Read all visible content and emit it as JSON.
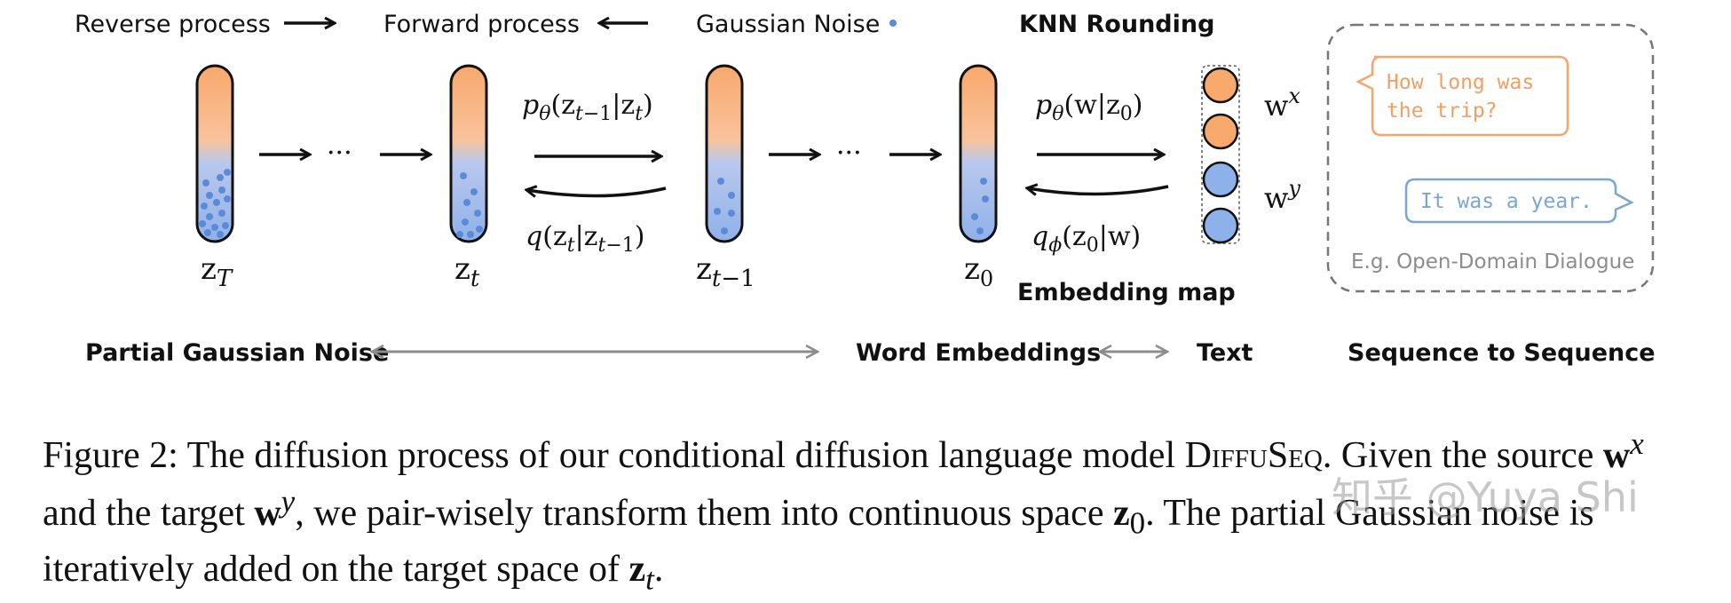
{
  "legend": {
    "reverse_label": "Reverse process",
    "forward_label": "Forward process",
    "noise_label": "Gaussian Noise",
    "knn_label": "KNN Rounding"
  },
  "states": {
    "z_T": "zT",
    "z_t": "zt",
    "z_t_minus_1": "zt−1",
    "z_0": "z0"
  },
  "ellipsis": "···",
  "equations": {
    "p_theta_step": "pθ(zt−1|zt)",
    "q_step": "q(zt|zt−1)",
    "p_theta_word": "pθ(w|z0)",
    "q_phi_embed": "qϕ(z0|w)"
  },
  "embedding_map_label": "Embedding map",
  "words": {
    "w_x": "wx",
    "w_y": "wy"
  },
  "dialogue": {
    "question": "How long was the trip?",
    "answer": "It was a year.",
    "caption": "E.g. Open-Domain Dialogue"
  },
  "bottom_labels": {
    "partial_noise": "Partial Gaussian Noise",
    "word_embeddings": "Word Embeddings",
    "text": "Text",
    "seq2seq": "Sequence to Sequence"
  },
  "figure_caption": {
    "prefix": "Figure 2: The diffusion process of our conditional diffusion language model ",
    "model_name": "DiffuSeq",
    "line1_rest": ". Given the source ",
    "w": "w",
    "x": "x",
    "and_target": " and the target ",
    "y": "y",
    "line2_rest": ", we pair-wisely transform them into continuous space ",
    "z": "z",
    "sub0": "0",
    "line3": ". The partial Gaussian noise is iteratively added on the target space of ",
    "subt": "t",
    "end": "."
  },
  "watermark": "知乎 @Yuya Shi",
  "colors": {
    "orange": "#f5a66d",
    "blue": "#8aaee6",
    "dot_blue": "#5b8bd6",
    "orange_text": "#f0a064",
    "blue_text": "#7aa6cf",
    "gray_arrow": "#8c8c8c"
  }
}
